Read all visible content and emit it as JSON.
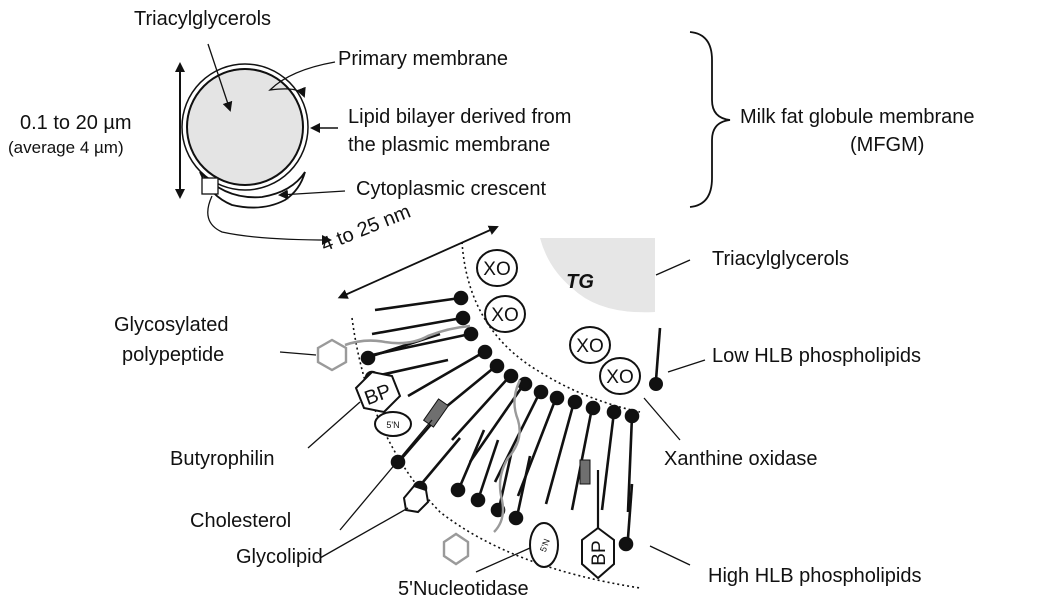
{
  "labels": {
    "triacylglycerols_top": "Triacylglycerols",
    "primary_membrane": "Primary membrane",
    "size_range": "0.1 to 20 µm",
    "size_average": "(average 4 µm)",
    "lipid_bilayer_1": "Lipid bilayer derived from",
    "lipid_bilayer_2": "the plasmic membrane",
    "cytoplasmic_crescent": "Cytoplasmic crescent",
    "mfgm_1": "Milk fat globule membrane",
    "mfgm_2": "(MFGM)",
    "thickness": "4 to 25 nm",
    "triacylglycerols_right": "Triacylglycerols",
    "glycosylated_1": "Glycosylated",
    "glycosylated_2": "polypeptide",
    "low_hlb": "Low HLB phospholipids",
    "butyrophilin": "Butyrophilin",
    "xanthine_oxidase": "Xanthine oxidase",
    "cholesterol": "Cholesterol",
    "glycolipid": "Glycolipid",
    "high_hlb": "High HLB phospholipids",
    "nucleotidase": "5'Nucleotidase",
    "tg": "TG",
    "xo": "XO",
    "bp": "BP",
    "fn": "5'N"
  },
  "colors": {
    "globe_fill": "#e4e4e4",
    "tg_fill": "#e6e6e6",
    "glyco_chain": "#9a9a9a",
    "cholesterol": "#6f6f6f",
    "ink": "#111111"
  }
}
